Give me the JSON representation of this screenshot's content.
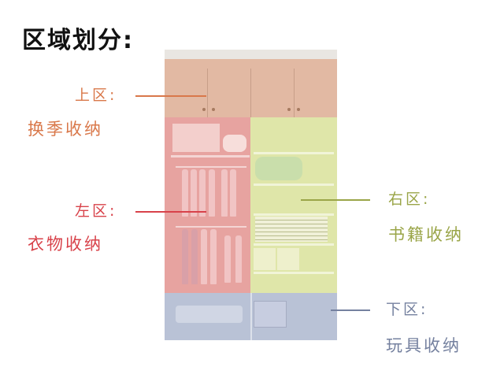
{
  "title": "区域划分:",
  "zones": [
    {
      "id": "top",
      "label": "上区:",
      "desc": "换季收纳",
      "color": "#d9784a"
    },
    {
      "id": "left",
      "label": "左区:",
      "desc": "衣物收纳",
      "color": "#d8424a"
    },
    {
      "id": "right",
      "label": "右区:",
      "desc": "书籍收纳",
      "color": "#9aa548"
    },
    {
      "id": "bottom",
      "label": "下区:",
      "desc": "玩具收纳",
      "color": "#75819f"
    }
  ]
}
